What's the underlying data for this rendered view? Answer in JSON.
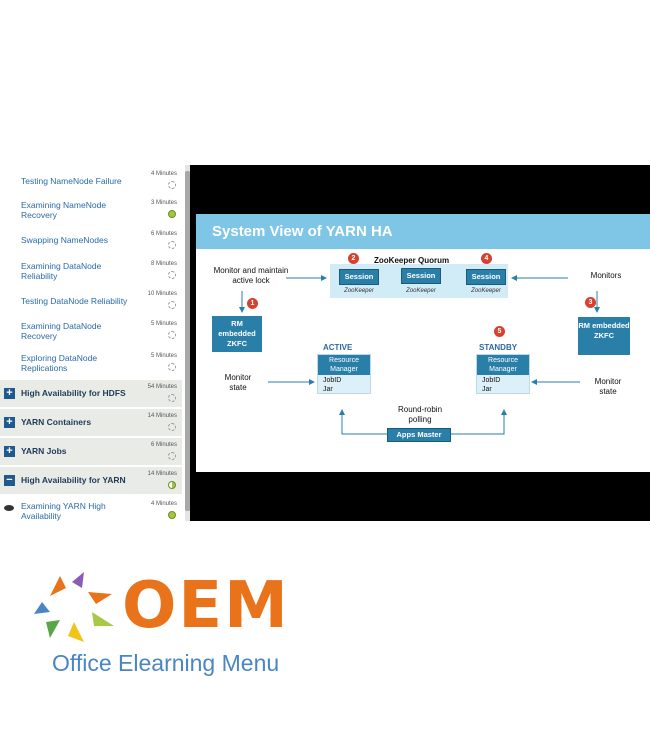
{
  "sidebar": {
    "lessons_top": [
      {
        "title": "Testing NameNode Failure",
        "duration": "4 Minutes",
        "status": "not-started"
      },
      {
        "title": "Examining NameNode Recovery",
        "duration": "3 Minutes",
        "status": "completed"
      },
      {
        "title": "Swapping NameNodes",
        "duration": "6 Minutes",
        "status": "not-started"
      },
      {
        "title": "Examining DataNode Reliability",
        "duration": "8 Minutes",
        "status": "not-started"
      },
      {
        "title": "Testing DataNode Reliability",
        "duration": "10 Minutes",
        "status": "not-started"
      },
      {
        "title": "Examining DataNode Recovery",
        "duration": "5 Minutes",
        "status": "not-started"
      },
      {
        "title": "Exploring DataNode Replications",
        "duration": "5 Minutes",
        "status": "not-started"
      }
    ],
    "sections": [
      {
        "title": "High Availability for HDFS",
        "duration": "54 Minutes",
        "toggle": "+",
        "status": "not-started"
      },
      {
        "title": "YARN Containers",
        "duration": "14 Minutes",
        "toggle": "+",
        "status": "not-started"
      },
      {
        "title": "YARN Jobs",
        "duration": "6 Minutes",
        "toggle": "+",
        "status": "not-started"
      },
      {
        "title": "High Availability for YARN",
        "duration": "14 Minutes",
        "toggle": "−",
        "status": "in-progress"
      }
    ],
    "current_lesson": {
      "title": "Examining YARN High Availability",
      "duration": "4 Minutes",
      "status": "completed"
    }
  },
  "slide": {
    "title": "System View of YARN HA",
    "quorum_title": "ZooKeeper Quorum",
    "session_label": "Session",
    "zk_label": "ZooKeeper",
    "left_note": "Monitor and maintain active lock",
    "right_note": "Monitors",
    "rm_zkfc": "RM embedded ZKFC",
    "monitor_state": "Monitor state",
    "active_label": "ACTIVE",
    "standby_label": "STANDBY",
    "resource_manager": "Resource Manager",
    "jobid": "JobID",
    "jar": "Jar",
    "polling": "Round-robin polling",
    "apps_master": "Apps Master",
    "numbers": [
      "1",
      "2",
      "3",
      "4",
      "5"
    ]
  },
  "logo": {
    "brand": "OEM",
    "tagline": "Office Elearning Menu"
  },
  "colors": {
    "link": "#2a6aa6",
    "slide_header": "#7fc6e6",
    "block_blue": "#2a7fa8",
    "badge_red": "#d7412f",
    "brand_orange": "#e8731a",
    "brand_blue": "#4a86c4",
    "complete_green": "#a5c53f"
  }
}
